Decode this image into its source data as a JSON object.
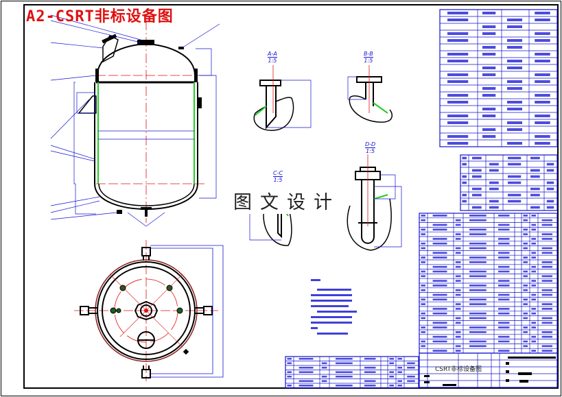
{
  "drawing": {
    "title": "A2-CSRT非标设备图",
    "watermark": "图文设计",
    "sections": [
      {
        "name": "A-A",
        "scale": "1:5"
      },
      {
        "name": "B-B",
        "scale": "1:5"
      },
      {
        "name": "C-C",
        "scale": "1:5"
      },
      {
        "name": "D-D",
        "scale": "1:5"
      }
    ],
    "title_block": {
      "drawing_name": "CSRT非标设备图"
    },
    "colors": {
      "outline": "#000000",
      "dimension": "#1010d0",
      "centerline": "#e01010",
      "jacket": "#22cc22",
      "title": "#e01010"
    }
  }
}
